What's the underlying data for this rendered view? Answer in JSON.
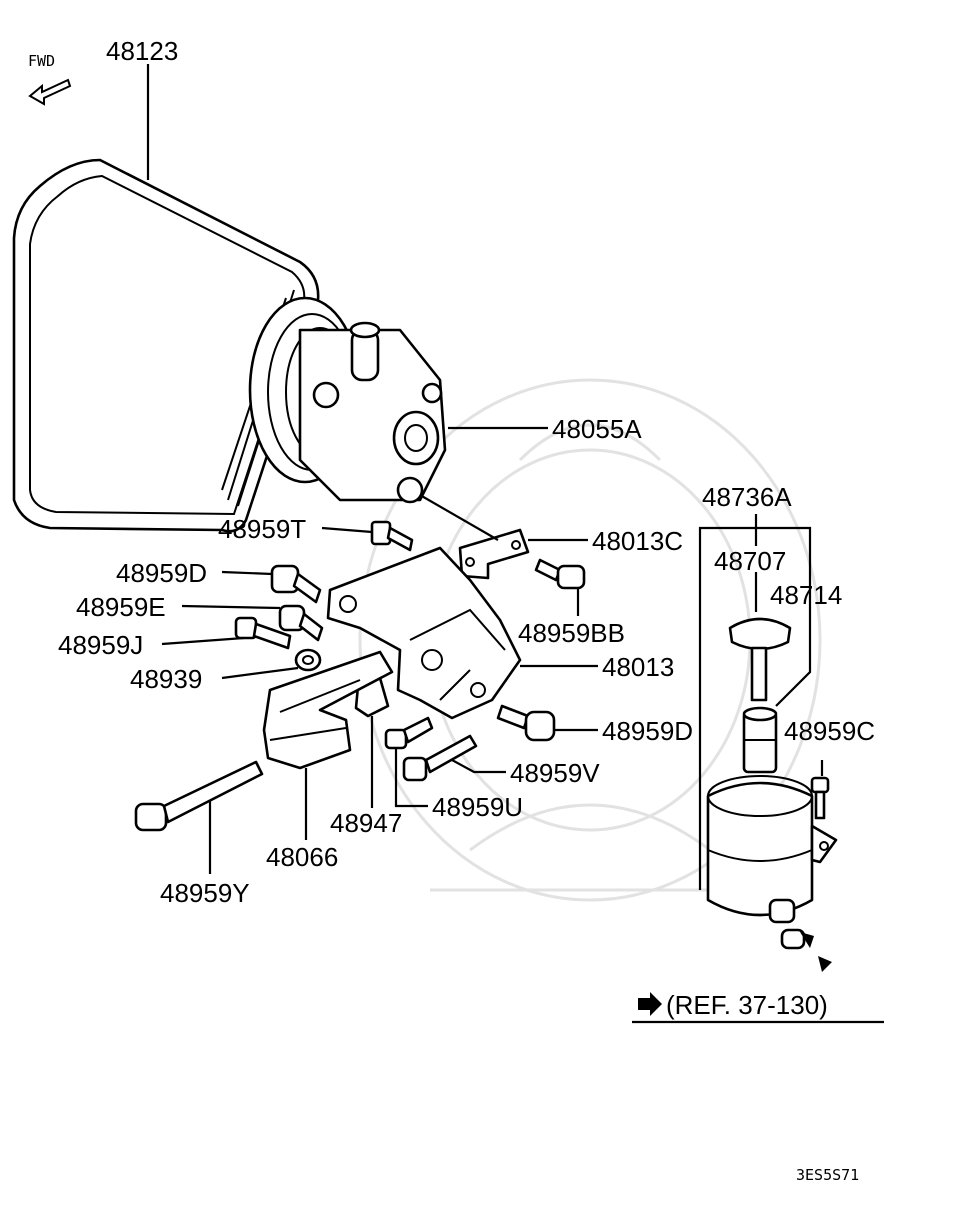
{
  "direction": {
    "label": "FWD"
  },
  "parts": {
    "belt": "48123",
    "pump": "48055A",
    "bracket_small": "48013C",
    "bolt_t": "48959T",
    "bolt_d_left": "48959D",
    "bolt_e": "48959E",
    "bolt_j": "48959J",
    "washer": "48939",
    "bolt_bb": "48959BB",
    "bracket_main": "48013",
    "bolt_d_right": "48959D",
    "bolt_v": "48959V",
    "bolt_u": "48959U",
    "nut_block": "48947",
    "brace": "48066",
    "bolt_y": "48959Y",
    "reservoir_assy": "48736A",
    "cap": "48707",
    "filter": "48714",
    "bolt_c": "48959C"
  },
  "reference": {
    "label": "(REF. 37-130)"
  },
  "diagram_code": "3ES5S71"
}
